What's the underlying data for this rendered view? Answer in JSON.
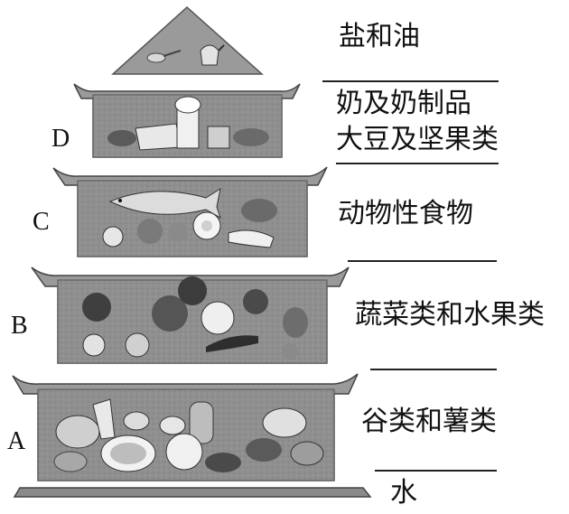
{
  "pyramid": {
    "top": {
      "label": "盐和油"
    },
    "tiers": [
      {
        "letter": "D",
        "label_lines": [
          "奶及奶制品",
          "大豆及坚果类"
        ]
      },
      {
        "letter": "C",
        "label_lines": [
          "动物性食物"
        ]
      },
      {
        "letter": "B",
        "label_lines": [
          "蔬菜类和水果类"
        ]
      },
      {
        "letter": "A",
        "label_lines": [
          "谷类和薯类"
        ]
      }
    ],
    "base": {
      "label": "水"
    }
  }
}
